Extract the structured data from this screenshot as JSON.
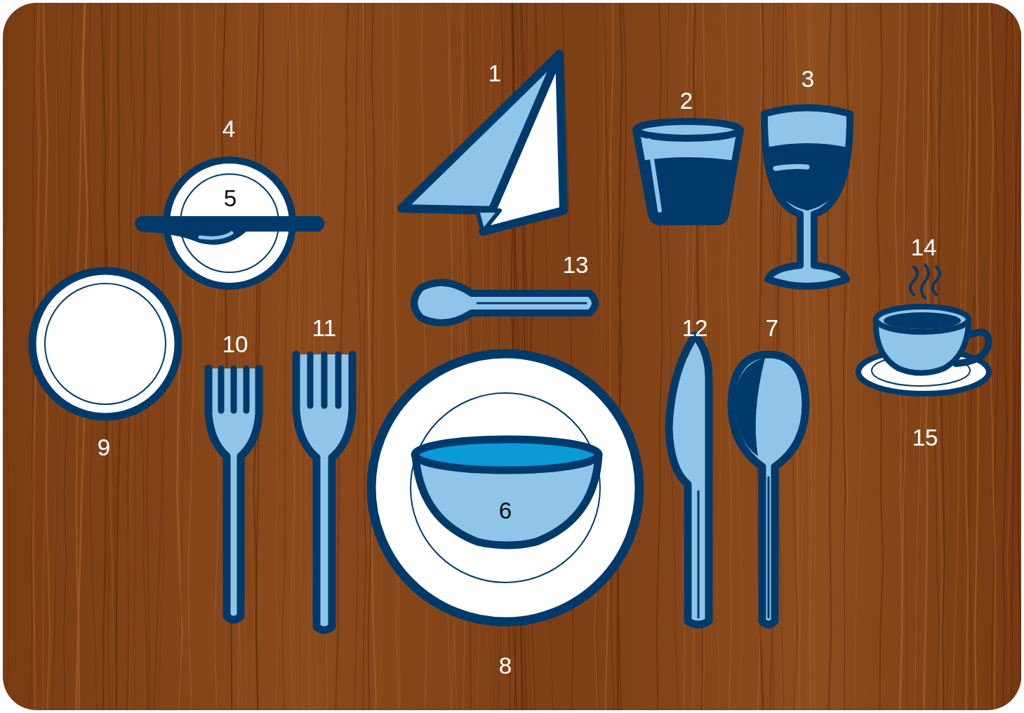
{
  "diagram": {
    "labels": [
      "1",
      "3",
      "2",
      "4",
      "5",
      "14",
      "13",
      "11",
      "12",
      "7",
      "10",
      "15",
      "9",
      "6",
      "8"
    ]
  }
}
